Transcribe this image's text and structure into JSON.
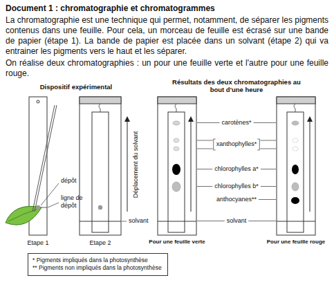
{
  "diagram": {
    "title": "Document 1 : chromatographie et chromatogrammes",
    "nodes": [
      {
        "text": [
          "* Pigments impliqués dans la photosynthèse",
          "** Pigments non impliqués dans la photosynthèse"
        ]
      }
    ],
    "labels": [
      "La chromatographie est une technique qui permet, notamment, de séparer les pigments contenus dans une feuille. Pour cela, un morceau de feuille est écrasé sur une bande de papier (étape 1). La bande de papier est placée dans un solvant (étape 2) qui va entrainer les pigments vers le haut et les séparer.",
      "On réalise deux chromatographies : un pour une feuille verte et l'autre pour une feuille rouge.",
      "Dispositif expérimental",
      "Résultats des deux chromatographies au bout d'une heure",
      "dépôt",
      "ligne de dépôt",
      "Etape 1",
      "solvant",
      "Etape 2",
      "Déplacement du solvant",
      "carotènes*",
      "xanthophylles*",
      "chlorophylles a*",
      "chlorophylles b*",
      "anthocyanes**",
      "solvant",
      "Pour une feuille verte",
      "Pour une feuille rouge"
    ]
  }
}
